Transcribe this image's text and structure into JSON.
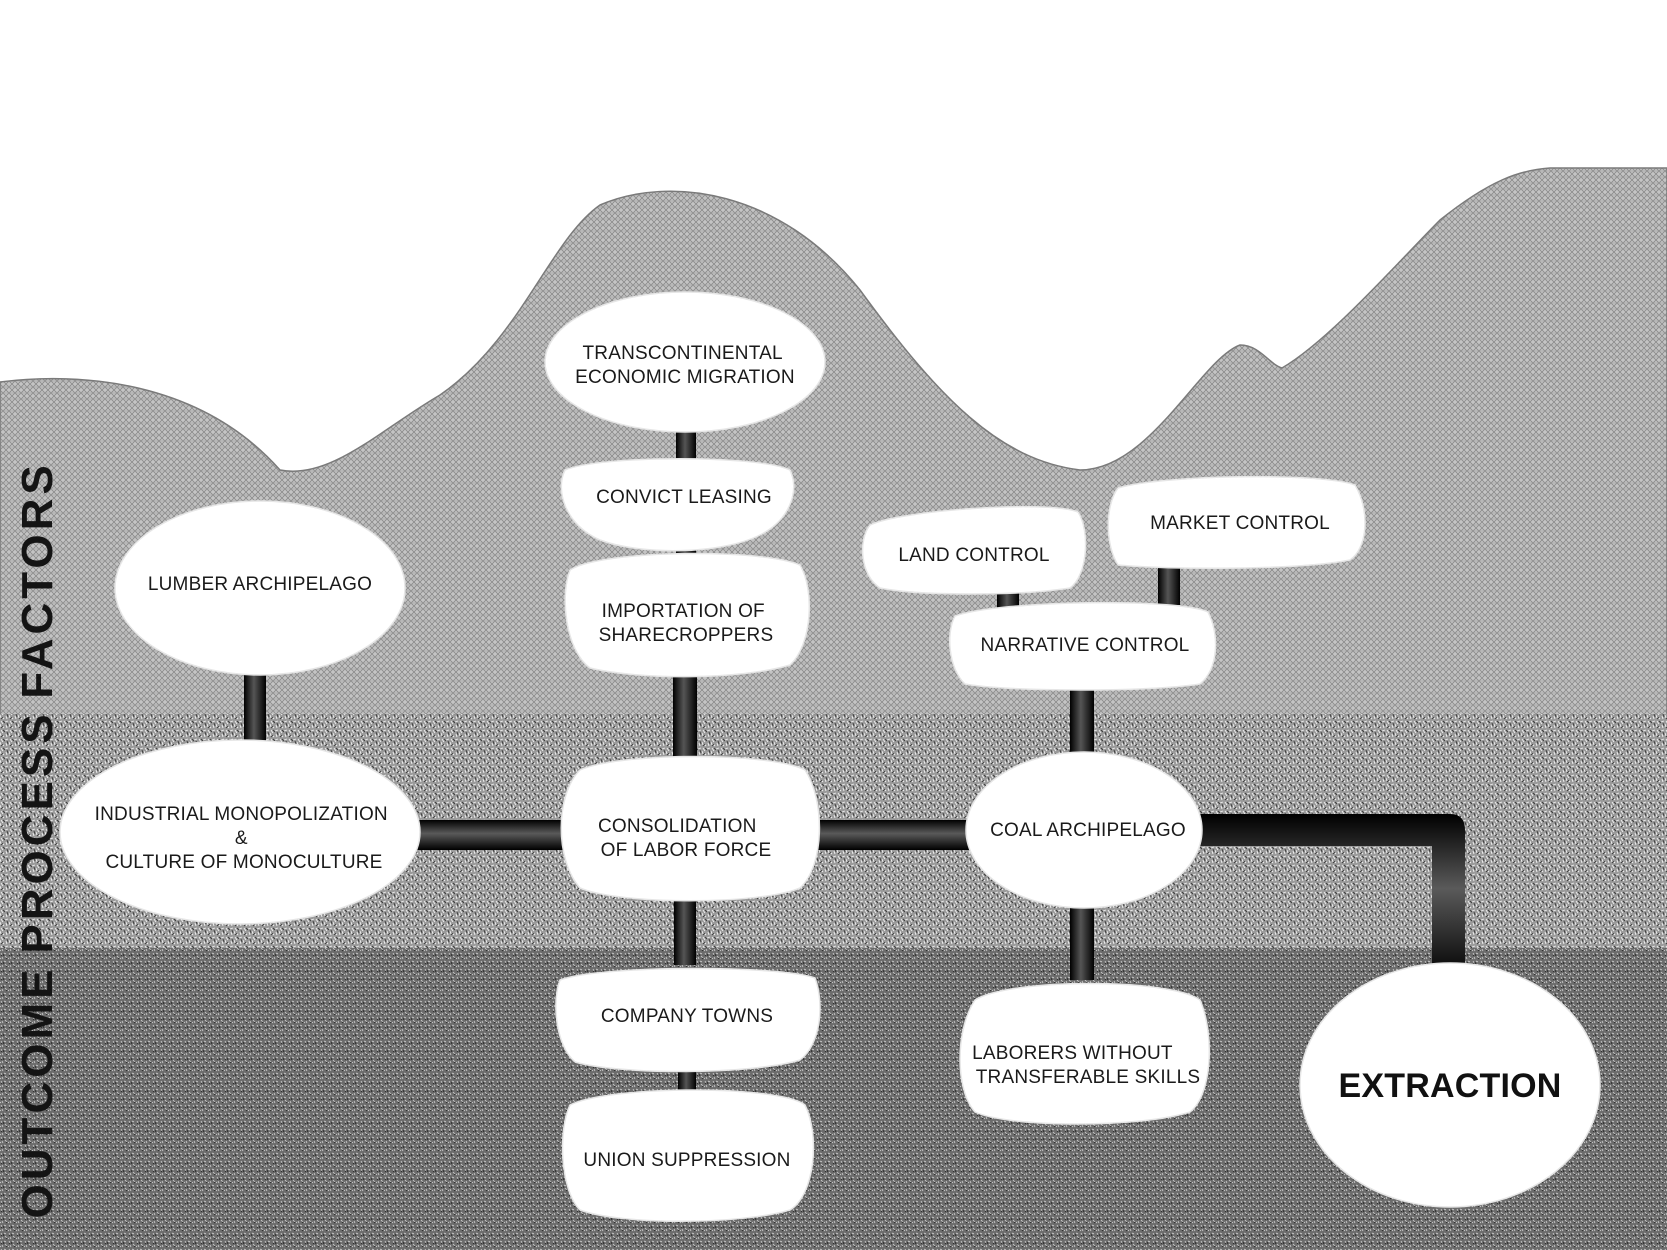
{
  "bands": {
    "factors": "FACTORS",
    "process": "PROCESS",
    "outcome": "OUTCOME"
  },
  "nodes": {
    "transcontinental": [
      "TRANSCONTINENTAL",
      "ECONOMIC MIGRATION"
    ],
    "convict_leasing": [
      "CONVICT LEASING"
    ],
    "importation": [
      "IMPORTATION OF",
      "SHARECROPPERS"
    ],
    "lumber": [
      "LUMBER ARCHIPELAGO"
    ],
    "land_control": [
      "LAND CONTROL"
    ],
    "market_control": [
      "MARKET CONTROL"
    ],
    "narrative_control": [
      "NARRATIVE CONTROL"
    ],
    "industrial": [
      "INDUSTRIAL MONOPOLIZATION",
      "&",
      "CULTURE OF MONOCULTURE"
    ],
    "consolidation": [
      "CONSOLIDATION",
      "OF LABOR FORCE"
    ],
    "coal": [
      "COAL ARCHIPELAGO"
    ],
    "company_towns": [
      "COMPANY TOWNS"
    ],
    "union": [
      "UNION SUPPRESSION"
    ],
    "laborers": [
      "LABORERS WITHOUT",
      "TRANSFERABLE SKILLS"
    ],
    "extraction": [
      "EXTRACTION"
    ]
  },
  "colors": {
    "factors_band": "#b9b9b9",
    "process_band": "#8e8e8e",
    "outcome_band": "#6f6f6f",
    "connector": "#121212",
    "node_fill": "#ffffff"
  }
}
